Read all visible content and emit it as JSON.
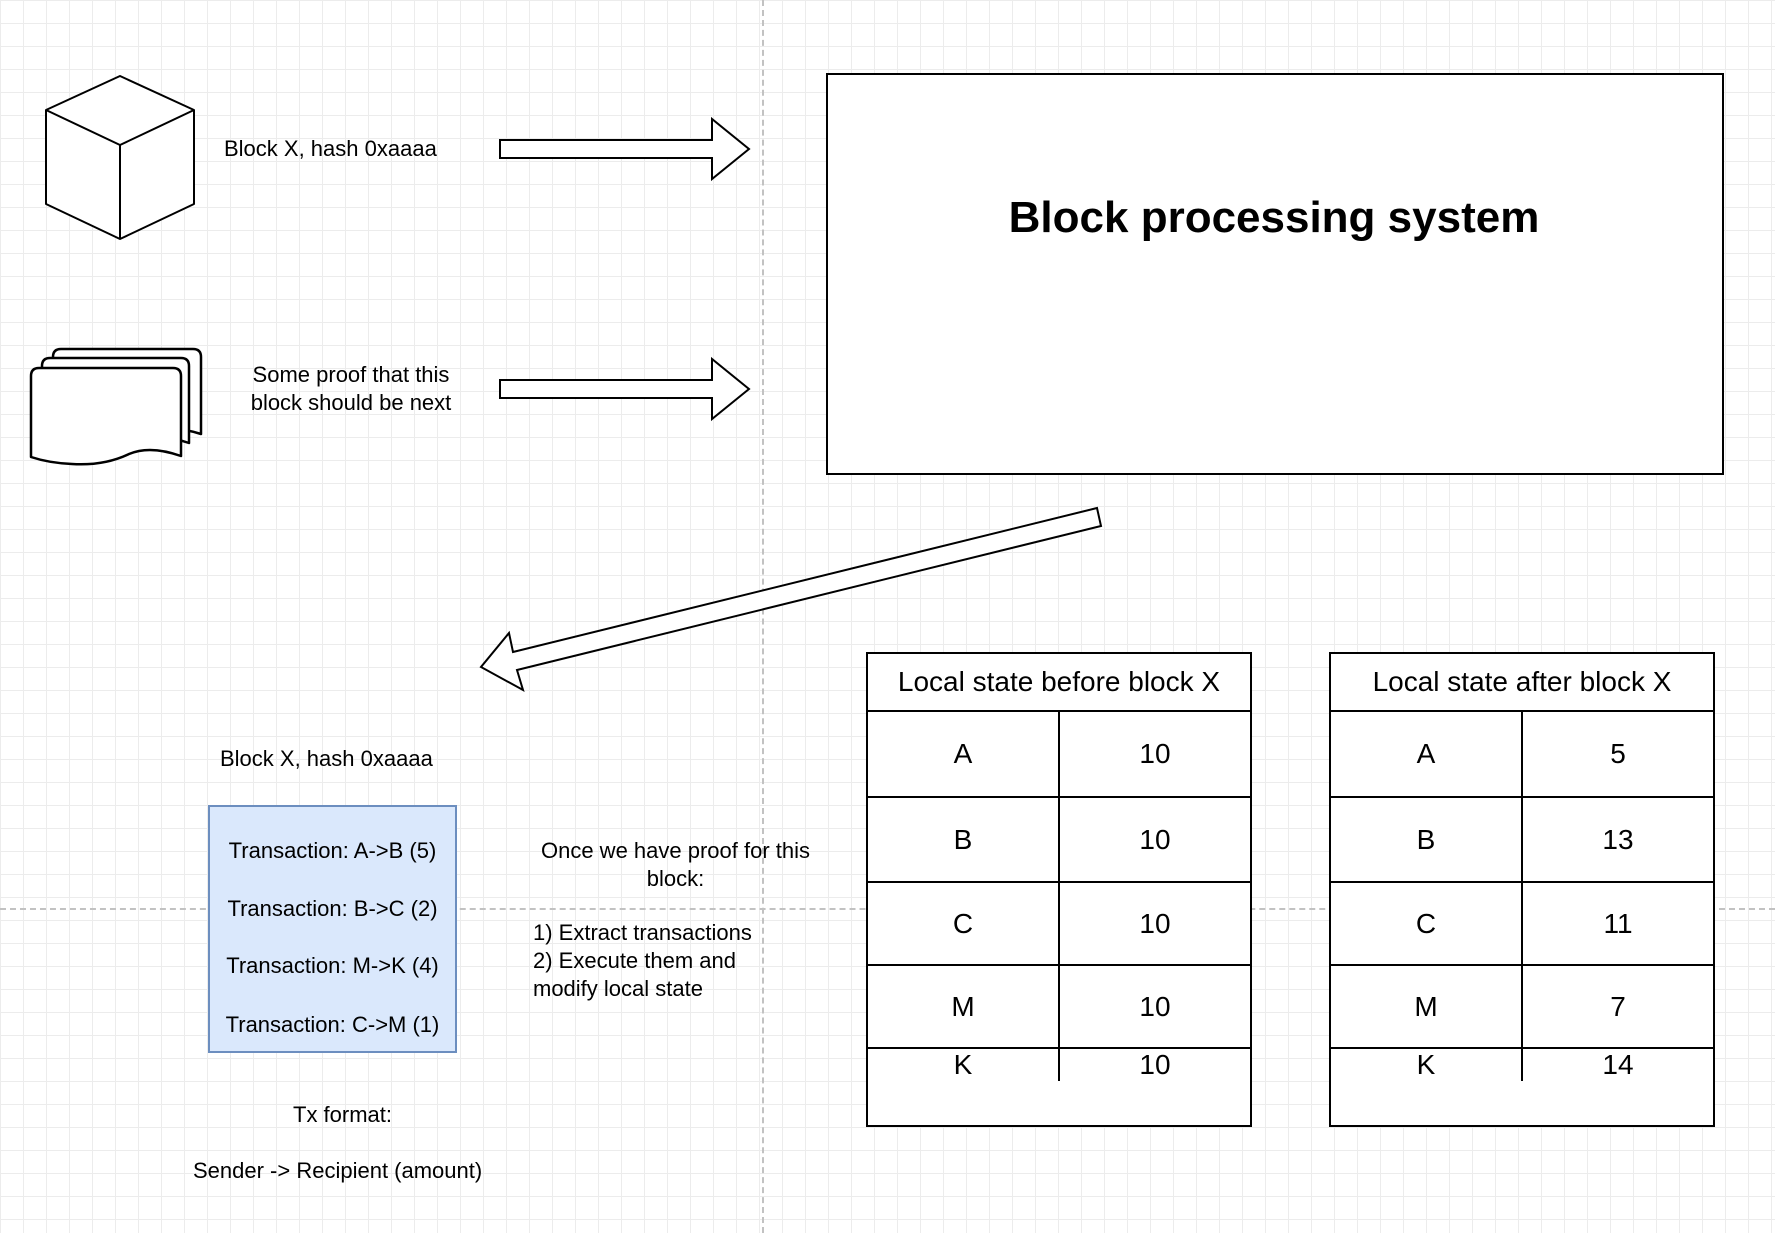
{
  "block_label": "Block X, hash 0xaaaa",
  "proof_label": [
    "Some proof that this",
    "block should be next"
  ],
  "system_title": "Block processing system",
  "block_detail_label": "Block X, hash 0xaaaa",
  "transactions": [
    "Transaction: A->B (5)",
    "Transaction: B->C (2)",
    "Transaction: M->K (4)",
    "Transaction: C->M (1)"
  ],
  "tx_format": {
    "heading": "Tx format:",
    "pattern": "Sender -> Recipient (amount)"
  },
  "process_note": {
    "intro": [
      "Once we have proof for this",
      "block:"
    ],
    "steps": [
      "1) Extract transactions",
      "2) Execute them and",
      "modify local state"
    ]
  },
  "state_before": {
    "title": "Local state before block X",
    "rows": [
      [
        "A",
        "10"
      ],
      [
        "B",
        "10"
      ],
      [
        "C",
        "10"
      ],
      [
        "M",
        "10"
      ],
      [
        "K",
        "10"
      ]
    ]
  },
  "state_after": {
    "title": "Local state after block X",
    "rows": [
      [
        "A",
        "5"
      ],
      [
        "B",
        "13"
      ],
      [
        "C",
        "11"
      ],
      [
        "M",
        "7"
      ],
      [
        "K",
        "14"
      ]
    ]
  },
  "colors": {
    "tx_fill": "#dae8fc",
    "tx_stroke": "#6c8ebf",
    "grid": "#ececec"
  }
}
